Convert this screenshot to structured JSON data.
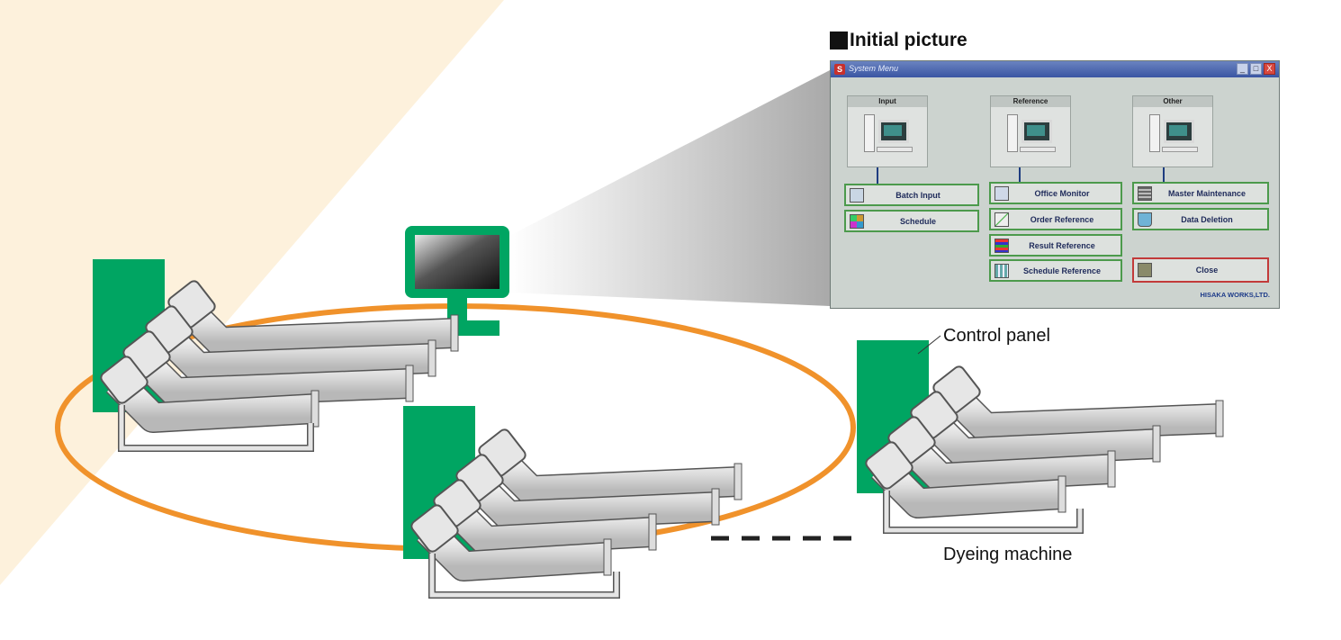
{
  "diagram": {
    "heading": "Initial picture",
    "labels": {
      "control_panel": "Control panel",
      "dyeing_machine": "Dyeing machine"
    },
    "colors": {
      "network_ring": "#f0922b",
      "control_panel": "#00a562",
      "monitor": "#00a562",
      "background_wedge": "#fdf1dc"
    }
  },
  "window": {
    "title": "System Menu",
    "controls": [
      "_",
      "□",
      "X"
    ],
    "groups": [
      {
        "title": "Input",
        "buttons": [
          {
            "label": "Batch Input",
            "icon": "person-at-desk-icon"
          },
          {
            "label": "Schedule",
            "icon": "mosaic-grid-icon"
          }
        ]
      },
      {
        "title": "Reference",
        "buttons": [
          {
            "label": "Office Monitor",
            "icon": "screen-icon"
          },
          {
            "label": "Order Reference",
            "icon": "line-chart-icon"
          },
          {
            "label": "Result Reference",
            "icon": "bar-chart-icon"
          },
          {
            "label": "Schedule Reference",
            "icon": "calendar-grid-icon"
          }
        ]
      },
      {
        "title": "Other",
        "buttons": [
          {
            "label": "Master Maintenance",
            "icon": "cabinet-icon"
          },
          {
            "label": "Data Deletion",
            "icon": "trash-bin-icon"
          }
        ]
      }
    ],
    "close_button": {
      "label": "Close",
      "icon": "exit-door-icon"
    },
    "footer": "HISAKA WORKS,LTD."
  }
}
